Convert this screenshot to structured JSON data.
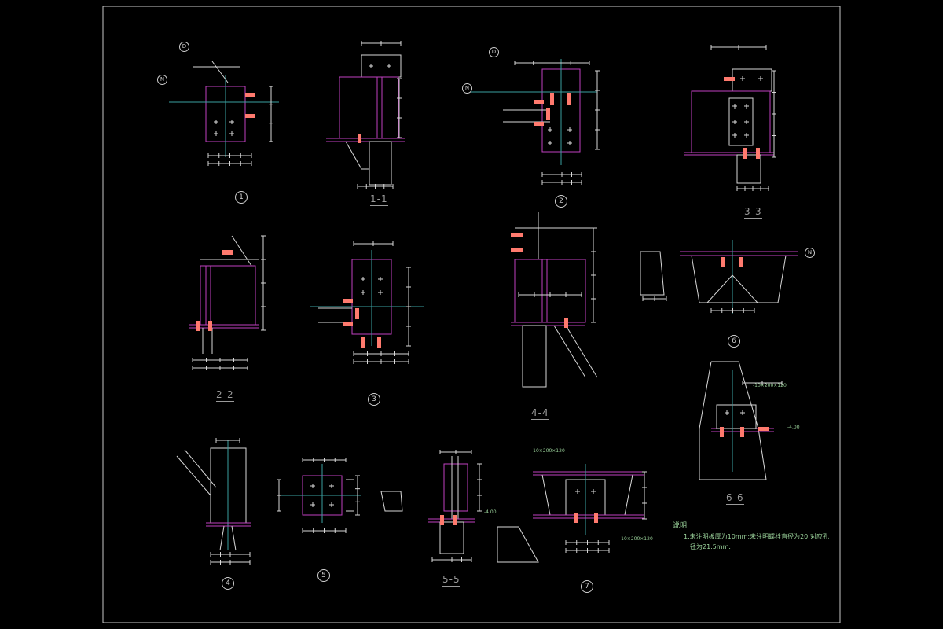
{
  "drawing": {
    "background": "#000000",
    "frame_color": "#c8c8c8",
    "steel_color": "#c040c0",
    "dim_color": "#d8d8d8",
    "grid_color": "#3aa0a0",
    "marker_color": "#ff7a6e"
  },
  "details": [
    {
      "id": "d1",
      "label": "1"
    },
    {
      "id": "s1",
      "label": "1-1"
    },
    {
      "id": "d2",
      "label": "2"
    },
    {
      "id": "s3",
      "label": "3-3"
    },
    {
      "id": "s2",
      "label": "2-2"
    },
    {
      "id": "d3",
      "label": "3"
    },
    {
      "id": "s4",
      "label": "4-4"
    },
    {
      "id": "d6",
      "label": "6"
    },
    {
      "id": "s6",
      "label": "6-6"
    },
    {
      "id": "d4",
      "label": "4"
    },
    {
      "id": "d5",
      "label": "5"
    },
    {
      "id": "s5",
      "label": "5-5"
    },
    {
      "id": "d7",
      "label": "7"
    }
  ],
  "axis_markers": [
    {
      "id": "a1",
      "label": "D"
    },
    {
      "id": "a2",
      "label": "N"
    },
    {
      "id": "a3",
      "label": "D"
    },
    {
      "id": "a4",
      "label": "N"
    },
    {
      "id": "a5",
      "label": "N"
    }
  ],
  "annotations": {
    "plate_tag_1": "-10×200×120",
    "plate_tag_2": "-10×200×120",
    "plate_tag_3": "-10×200×120",
    "elev_1": "-4.00",
    "elev_2": "-4.00"
  },
  "notes": {
    "title": "说明:",
    "line1": "1.未注明板厚为10mm;未注明螺栓直径为20,对应孔",
    "line2": "径为21.5mm."
  }
}
